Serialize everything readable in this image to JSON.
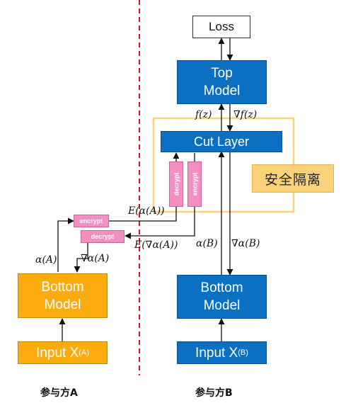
{
  "nodes": {
    "loss": "Loss",
    "top_model": "Top\nModel",
    "cut_layer": "Cut Layer",
    "security": "安全隔离",
    "bottom_model_a": "Bottom\nModel",
    "bottom_model_b": "Bottom\nModel",
    "input_a": "Input X",
    "input_a_sup": "(A)",
    "input_b": "Input X",
    "input_b_sup": "(B)",
    "encrypt_a": "encrypt",
    "decrypt_a": "decrypt",
    "decrypt_b": "decrypt",
    "encrypt_b": "encrypt"
  },
  "labels": {
    "fz": "f(z)",
    "grad_fz": "∇f(z)",
    "enc_alpha_a": "E(α(A))",
    "enc_grad_alpha_a": "E(∇α(A))",
    "alpha_a": "α(A)",
    "grad_alpha_a": "∇α(A)",
    "alpha_b": "α(B)",
    "grad_alpha_b": "∇α(B)"
  },
  "parties": {
    "a": "参与方A",
    "b": "参与方B"
  },
  "colors": {
    "model_blue": "#0b6fc2",
    "model_orange": "#fbab0d",
    "crypto_pink": "#f48fc1",
    "security_zone": "#fbd27a",
    "divider_red": "#d9141b"
  }
}
